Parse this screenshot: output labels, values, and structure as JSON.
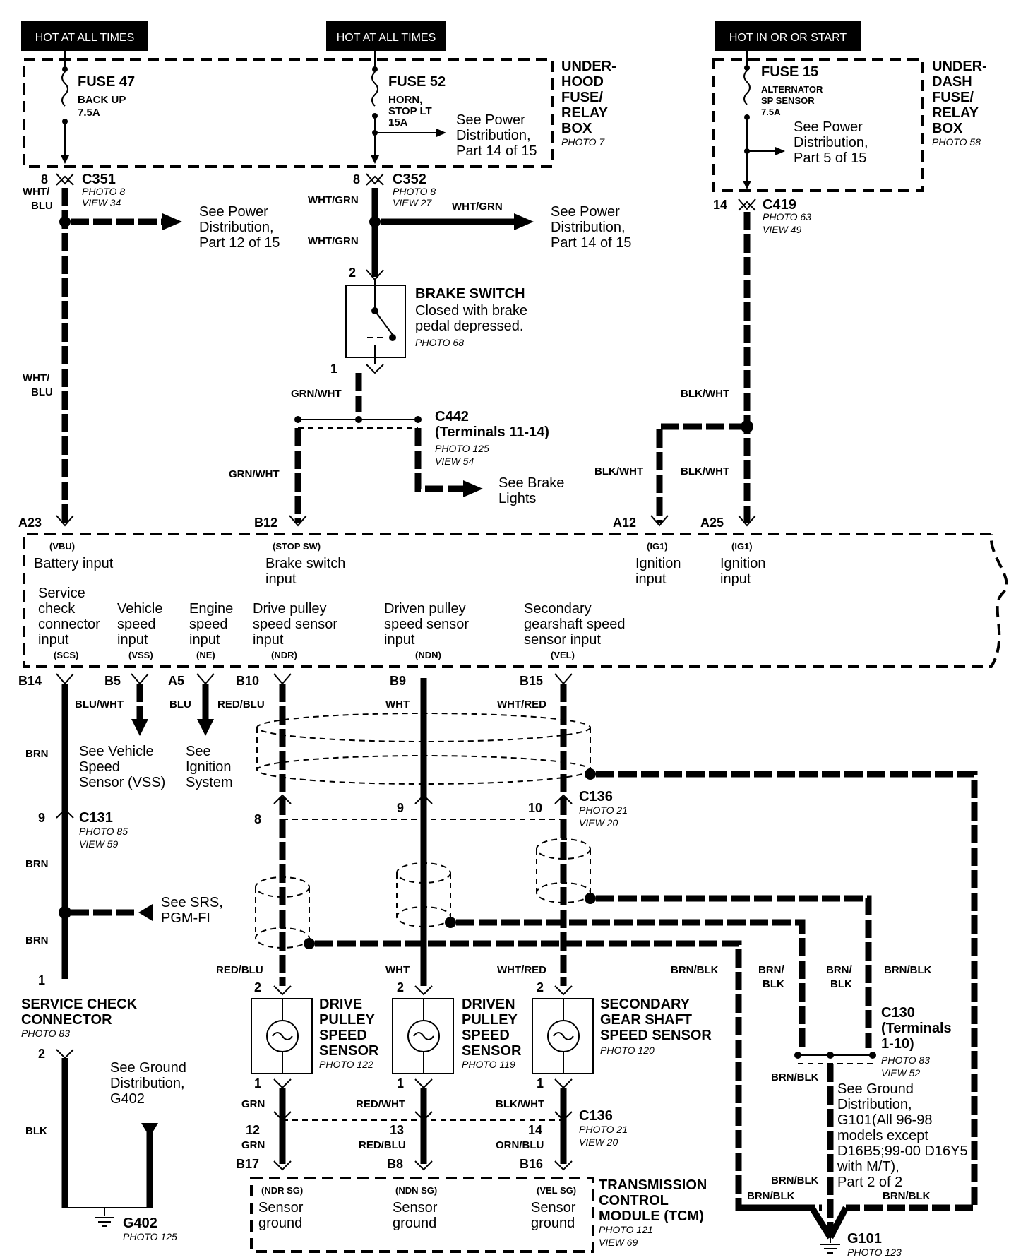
{
  "headers": {
    "hot_at_all_times_1": "HOT AT ALL TIMES",
    "hot_at_all_times_2": "HOT AT ALL TIMES",
    "hot_in_on_start": "HOT IN OR OR START"
  },
  "underhood": {
    "line1": "UNDER-",
    "line2": "HOOD",
    "line3": "FUSE/",
    "line4": "RELAY",
    "line5": "BOX",
    "photo": "PHOTO 7"
  },
  "underdash": {
    "line1": "UNDER-",
    "line2": "DASH",
    "line3": "FUSE/",
    "line4": "RELAY",
    "line5": "BOX",
    "photo": "PHOTO 58"
  },
  "fuse47": {
    "name": "FUSE 47",
    "l1": "BACK UP",
    "l2": "7.5A"
  },
  "fuse52": {
    "name": "FUSE 52",
    "l1": "HORN,",
    "l2": "STOP LT",
    "l3": "15A"
  },
  "fuse15": {
    "name": "FUSE 15",
    "l1": "ALTERNATOR",
    "l2": "SP SENSOR",
    "l3": "7.5A"
  },
  "pd14a": {
    "l1": "See Power",
    "l2": "Distribution,",
    "l3": "Part 14 of 15"
  },
  "pd5": {
    "l1": "See Power",
    "l2": "Distribution,",
    "l3": "Part 5 of 15"
  },
  "pd12": {
    "l1": "See Power",
    "l2": "Distribution,",
    "l3": "Part 12 of 15"
  },
  "pd14b": {
    "l1": "See Power",
    "l2": "Distribution,",
    "l3": "Part 14 of 15"
  },
  "c351": {
    "pin": "8",
    "name": "C351",
    "photo": "PHOTO 8",
    "view": "VIEW 34"
  },
  "c352": {
    "pin": "8",
    "name": "C352",
    "photo": "PHOTO 8",
    "view": "VIEW 27"
  },
  "c419": {
    "pin": "14",
    "name": "C419",
    "photo": "PHOTO 63",
    "view": "VIEW 49"
  },
  "wires": {
    "wht_blu_a": "WHT/",
    "wht_blu_b": "BLU",
    "wht_grn": "WHT/GRN",
    "grn_wht": "GRN/WHT",
    "blk_wht": "BLK/WHT",
    "blu_wht": "BLU/WHT",
    "blu": "BLU",
    "red_blu": "RED/BLU",
    "wht": "WHT",
    "wht_red": "WHT/RED",
    "brn": "BRN",
    "brn_blk": "BRN/BLK",
    "brn_sl": "BRN/",
    "blk": "BLK",
    "grn": "GRN",
    "red_wht": "RED/WHT",
    "orn_blu": "ORN/BLU"
  },
  "brake": {
    "pin_top": "2",
    "pin_bot": "1",
    "title": "BRAKE SWITCH",
    "l1": "Closed with brake",
    "l2": "pedal depressed.",
    "photo": "PHOTO 68"
  },
  "c442": {
    "name": "C442",
    "terms": "(Terminals 11-14)",
    "photo": "PHOTO 125",
    "view": "VIEW 54"
  },
  "brake_lights": {
    "l1": "See Brake",
    "l2": "Lights"
  },
  "pcm_pins": {
    "a23": "A23",
    "b12": "B12",
    "a12": "A12",
    "a25": "A25",
    "b14": "B14",
    "b5": "B5",
    "a5": "A5",
    "b10": "B10",
    "b9": "B9",
    "b15": "B15"
  },
  "pcm": {
    "vbu": "(VBU)",
    "vbu_l": "Battery input",
    "stop": "(STOP SW)",
    "stop_l1": "Brake switch",
    "stop_l2": "input",
    "ig1a": "(IG1)",
    "ig1": "(IG1)",
    "ign_l1": "Ignition",
    "ign_l2": "input",
    "scs_l1": "Service",
    "scs_l2": "check",
    "scs_l3": "connector",
    "scs_l4": "input",
    "scs": "(SCS)",
    "vss_l1": "Vehicle",
    "vss_l2": "speed",
    "vss_l3": "input",
    "vss": "(VSS)",
    "ne_l1": "Engine",
    "ne_l2": "speed",
    "ne_l3": "input",
    "ne": "(NE)",
    "ndr_l1": "Drive pulley",
    "ndr_l2": "speed sensor",
    "ndr_l3": "input",
    "ndr": "(NDR)",
    "ndn_l1": "Driven pulley",
    "ndn_l2": "speed sensor",
    "ndn_l3": "input",
    "ndn": "(NDN)",
    "vel_l1": "Secondary",
    "vel_l2": "gearshaft speed",
    "vel_l3": "sensor input",
    "vel": "(VEL)"
  },
  "vss_ref": {
    "l1": "See Vehicle",
    "l2": "Speed",
    "l3": "Sensor (VSS)"
  },
  "ign_ref": {
    "l1": "See",
    "l2": "Ignition",
    "l3": "System"
  },
  "c136a": {
    "p8": "8",
    "p9": "9",
    "p10": "10",
    "name": "C136",
    "photo": "PHOTO 21",
    "view": "VIEW 20"
  },
  "c131": {
    "pin": "9",
    "name": "C131",
    "photo": "PHOTO 85",
    "view": "VIEW 59"
  },
  "srs": {
    "l1": "See SRS,",
    "l2": "PGM-FI"
  },
  "scc": {
    "pin1": "1",
    "pin2": "2",
    "l1": "SERVICE CHECK",
    "l2": "CONNECTOR",
    "photo": "PHOTO 83"
  },
  "gnd402": {
    "l1": "See Ground",
    "l2": "Distribution,",
    "l3": "G402"
  },
  "g402": {
    "name": "G402",
    "photo": "PHOTO 125"
  },
  "sensors": {
    "drive": {
      "pin_top": "2",
      "pin_bot": "1",
      "l1": "DRIVE",
      "l2": "PULLEY",
      "l3": "SPEED",
      "l4": "SENSOR",
      "photo": "PHOTO 122"
    },
    "driven": {
      "pin_top": "2",
      "pin_bot": "1",
      "l1": "DRIVEN",
      "l2": "PULLEY",
      "l3": "SPEED",
      "l4": "SENSOR",
      "photo": "PHOTO 119"
    },
    "sec": {
      "pin_top": "2",
      "pin_bot": "1",
      "l1": "SECONDARY",
      "l2": "GEAR SHAFT",
      "l3": "SPEED SENSOR",
      "photo": "PHOTO 120"
    }
  },
  "c136b": {
    "p12": "12",
    "p13": "13",
    "p14": "14",
    "name": "C136",
    "photo": "PHOTO 21",
    "view": "VIEW 20"
  },
  "tcm_pins": {
    "b17": "B17",
    "b8": "B8",
    "b16": "B16"
  },
  "tcm": {
    "ndr_sg": "(NDR SG)",
    "ndn_sg": "(NDN SG)",
    "vel_sg": "(VEL SG)",
    "sensor": "Sensor",
    "ground": "ground",
    "l1": "TRANSMISSION",
    "l2": "CONTROL",
    "l3": "MODULE (TCM)",
    "photo": "PHOTO 121",
    "view": "VIEW 69"
  },
  "c130": {
    "name": "C130",
    "l1": "(Terminals",
    "l2": "1-10)",
    "photo": "PHOTO 83",
    "view": "VIEW 52"
  },
  "gnd101": {
    "l1": "See Ground",
    "l2": "Distribution,",
    "l3": "G101(All 96-98",
    "l4": "models except",
    "l5": "D16B5;99-00 D16Y5",
    "l6": "with M/T),",
    "l7": "Part 2 of 2"
  },
  "g101": {
    "name": "G101",
    "photo": "PHOTO 123"
  }
}
